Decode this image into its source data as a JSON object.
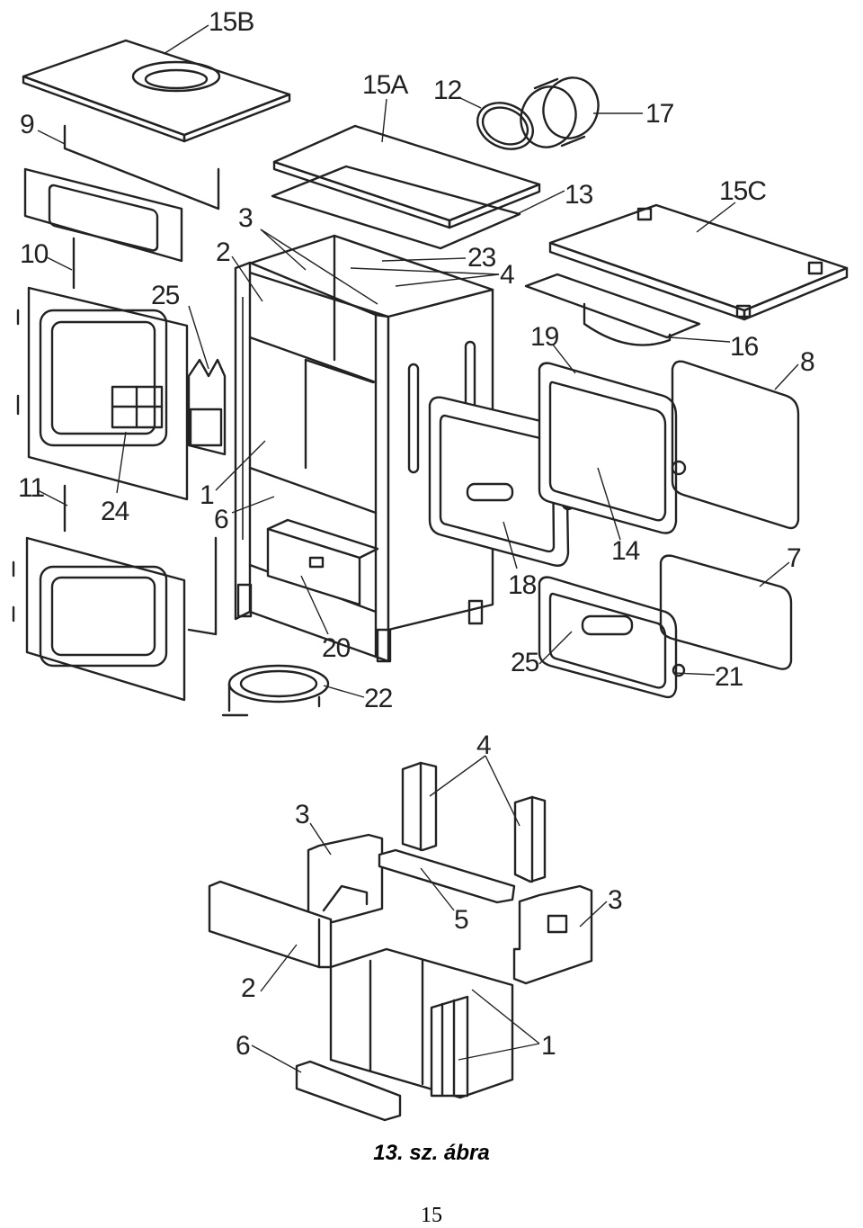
{
  "figure": {
    "caption": "13. sz. ábra",
    "page_number": "15"
  },
  "part_labels": {
    "p15B": "15B",
    "p15A": "15A",
    "p12": "12",
    "p17": "17",
    "p9": "9",
    "p13": "13",
    "p15C": "15C",
    "p3": "3",
    "p2": "2",
    "p23": "23",
    "p4": "4",
    "p10": "10",
    "p25": "25",
    "p19": "19",
    "p8": "8",
    "p16": "16",
    "p1": "1",
    "p6": "6",
    "p11": "11",
    "p24": "24",
    "p14": "14",
    "p18": "18",
    "p7": "7",
    "p20": "20",
    "p25b": "25",
    "p21": "21",
    "p22": "22"
  },
  "brick_labels": {
    "b4": "4",
    "b3a": "3",
    "b3b": "3",
    "b5": "5",
    "b2": "2",
    "b1": "1",
    "b6": "6"
  }
}
